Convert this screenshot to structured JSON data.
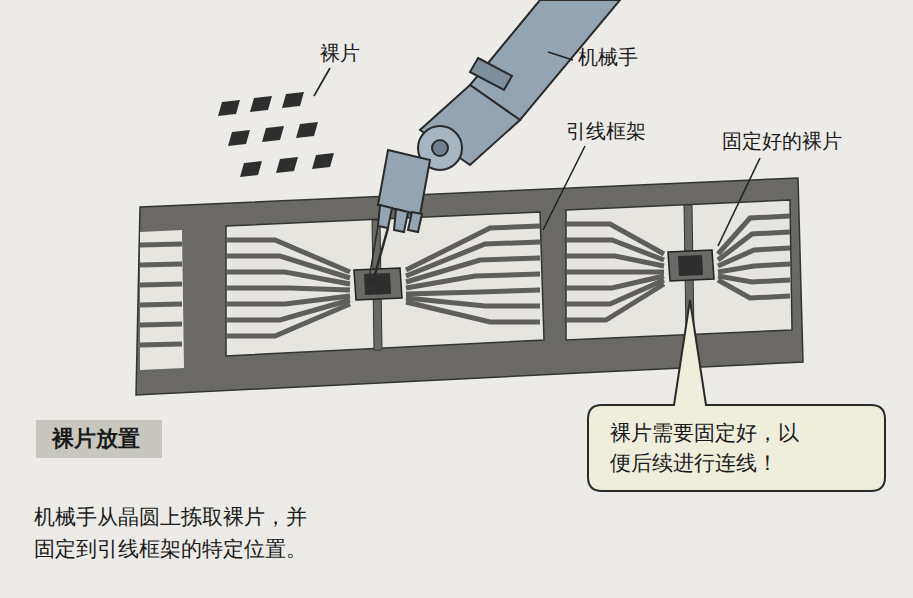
{
  "diagram": {
    "title": "裸片放置",
    "caption": "机械手从晶圆上拣取裸片，并 固定到引线框架的特定位置。",
    "nodes": [
      {
        "text": [
          "裸片需要固定好，以 便后续进行连线！"
        ]
      }
    ],
    "labels": [
      "裸片",
      "机械手",
      "引线框架",
      "固定好的裸片"
    ]
  }
}
